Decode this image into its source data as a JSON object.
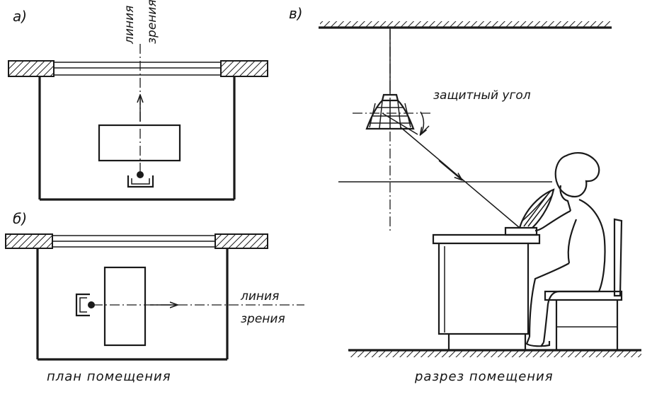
{
  "panels": {
    "a": "а)",
    "b": "б)",
    "v": "в)"
  },
  "labels": {
    "sightline_a_word1": "линия",
    "sightline_a_word2": "зрения",
    "sightline_b_word1": "линия",
    "sightline_b_word2": "зрения",
    "protective_angle": "защитный угол"
  },
  "captions": {
    "plan": "план помещения",
    "section": "разрез помещения"
  }
}
